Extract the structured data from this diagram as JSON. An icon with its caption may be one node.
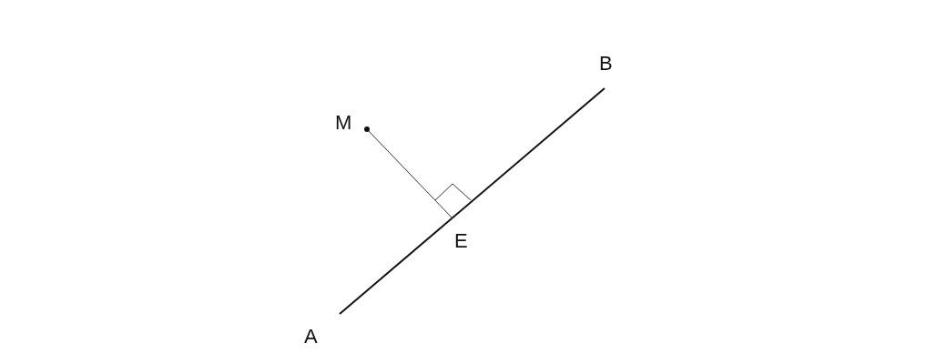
{
  "diagram": {
    "labels": [
      "B",
      "M",
      "E",
      "A"
    ]
  }
}
